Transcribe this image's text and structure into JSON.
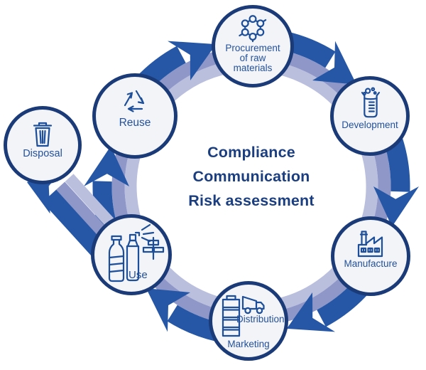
{
  "diagram_type": "product-lifecycle-cycle",
  "center": {
    "lines": [
      "Compliance",
      "Communication",
      "Risk assessment"
    ]
  },
  "stages": {
    "procurement": {
      "lines": [
        "Procurement",
        "of raw",
        "materials"
      ]
    },
    "development": {
      "label": "Development"
    },
    "manufacture": {
      "label": "Manufacture"
    },
    "distribution": {
      "label": "Distribution",
      "label2": "Marketing"
    },
    "use": {
      "label": "Use"
    },
    "reuse": {
      "label": "Reuse"
    },
    "disposal": {
      "label": "Disposal"
    }
  },
  "icons": {
    "procurement": "molecule-icon",
    "development": "beaker-icon",
    "manufacture": "factory-icon",
    "distribution": "barrel-truck-icon",
    "use": "products-icon",
    "reuse": "recycle-icon",
    "disposal": "trash-icon"
  },
  "colors": {
    "arrow_dark": "#2557a6",
    "arrow_mid": "#8e97c8",
    "arrow_light": "#babfde",
    "circle_border": "#1a3a78",
    "circle_fill": "#f2f4f7",
    "icon_stroke": "#1d4e99",
    "label_text": "#24519b",
    "center_text": "#1a3e80"
  }
}
